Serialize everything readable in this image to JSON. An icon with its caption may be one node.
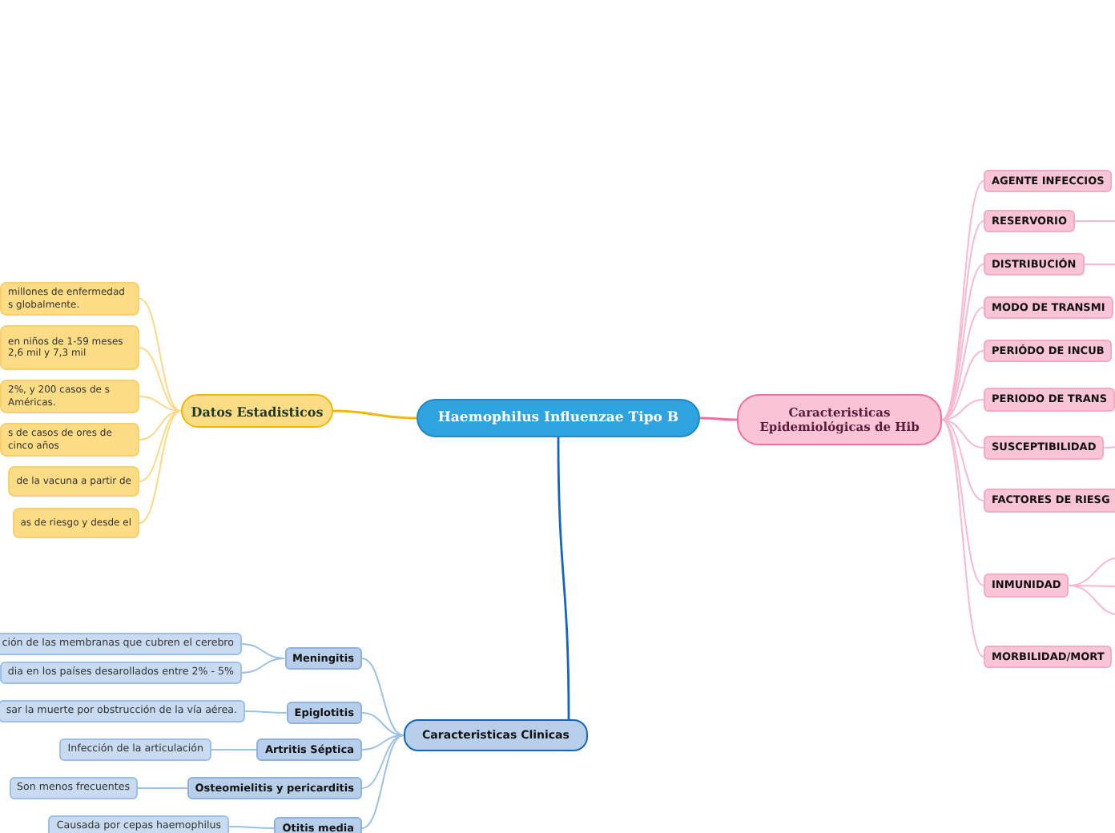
{
  "diagram": {
    "nodes": [
      {
        "text": [
          "Haemophilus Influenzae Tipo B"
        ]
      },
      {
        "text": [
          "Datos Estadisticos"
        ]
      },
      {
        "text": [
          "millones de enfermedad s globalmente."
        ]
      },
      {
        "text": [
          "en niños de 1-59 meses 2,6 mil y 7,3 mil"
        ]
      },
      {
        "text": [
          "2%, y 200 casos de s Américas."
        ]
      },
      {
        "text": [
          "s de casos de ores de cinco años"
        ]
      },
      {
        "text": [
          "de la vacuna a partir de"
        ]
      },
      {
        "text": [
          "as de riesgo y desde el"
        ]
      },
      {
        "text": [
          "Caracteristicas Epidemiológicas de Hib"
        ]
      },
      {
        "text": [
          "AGENTE INFECCIOS"
        ]
      },
      {
        "text": [
          "RESERVORIO"
        ]
      },
      {
        "text": [
          "DISTRIBUCIÓN"
        ]
      },
      {
        "text": [
          "MODO DE TRANSMI"
        ]
      },
      {
        "text": [
          "PERIÓDO DE INCUB"
        ]
      },
      {
        "text": [
          "PERIODO DE TRANS"
        ]
      },
      {
        "text": [
          "SUSCEPTIBILIDAD"
        ]
      },
      {
        "text": [
          "FACTORES DE RIESG"
        ]
      },
      {
        "text": [
          "INMUNIDAD"
        ]
      },
      {
        "text": [
          "MORBILIDAD/MORT"
        ]
      },
      {
        "text": [
          "Caracteristicas Clinicas"
        ]
      },
      {
        "text": [
          "Meningitis"
        ]
      },
      {
        "text": [
          "ción de las membranas que cubren el cerebro"
        ]
      },
      {
        "text": [
          "dia en los países desarollados entre 2% - 5%"
        ]
      },
      {
        "text": [
          "Epiglotitis"
        ]
      },
      {
        "text": [
          "sar la muerte por obstrucción de la vía aérea."
        ]
      },
      {
        "text": [
          "Artritis Séptica"
        ]
      },
      {
        "text": [
          "Infección de la articulación"
        ]
      },
      {
        "text": [
          "Osteomielitis y pericarditis"
        ]
      },
      {
        "text": [
          "Son menos frecuentes"
        ]
      },
      {
        "text": [
          "Otitis media"
        ]
      },
      {
        "text": [
          "Causada por cepas haemophilus"
        ]
      }
    ],
    "edges": [
      {
        "from": 0,
        "to": 1,
        "arrow": "none",
        "color": "#f2b705"
      },
      {
        "from": 1,
        "to": 2,
        "arrow": "none",
        "color": "#fbd987"
      },
      {
        "from": 1,
        "to": 3,
        "arrow": "none",
        "color": "#fbd987"
      },
      {
        "from": 1,
        "to": 4,
        "arrow": "none",
        "color": "#fbd987"
      },
      {
        "from": 1,
        "to": 5,
        "arrow": "none",
        "color": "#fbd987"
      },
      {
        "from": 1,
        "to": 6,
        "arrow": "none",
        "color": "#fbd987"
      },
      {
        "from": 1,
        "to": 7,
        "arrow": "none",
        "color": "#fbd987"
      },
      {
        "from": 0,
        "to": 8,
        "arrow": "none",
        "color": "#f06fa0"
      },
      {
        "from": 8,
        "to": 9,
        "arrow": "none",
        "color": "#f9b8cf"
      },
      {
        "from": 8,
        "to": 10,
        "arrow": "none",
        "color": "#f9b8cf"
      },
      {
        "from": 8,
        "to": 11,
        "arrow": "none",
        "color": "#f9b8cf"
      },
      {
        "from": 8,
        "to": 12,
        "arrow": "none",
        "color": "#f9b8cf"
      },
      {
        "from": 8,
        "to": 13,
        "arrow": "none",
        "color": "#f9b8cf"
      },
      {
        "from": 8,
        "to": 14,
        "arrow": "none",
        "color": "#f9b8cf"
      },
      {
        "from": 8,
        "to": 15,
        "arrow": "none",
        "color": "#f9b8cf"
      },
      {
        "from": 8,
        "to": 16,
        "arrow": "none",
        "color": "#f9b8cf"
      },
      {
        "from": 8,
        "to": 17,
        "arrow": "none",
        "color": "#f9b8cf"
      },
      {
        "from": 8,
        "to": 18,
        "arrow": "none",
        "color": "#f9b8cf"
      },
      {
        "from": 10,
        "to": null,
        "arrow": "none",
        "color": "#f9b8cf"
      },
      {
        "from": 11,
        "to": null,
        "arrow": "none",
        "color": "#f9b8cf"
      },
      {
        "from": 15,
        "to": null,
        "arrow": "none",
        "color": "#f9b8cf"
      },
      {
        "from": 17,
        "to": null,
        "arrow": "none",
        "color": "#f9b8cf"
      },
      {
        "from": 17,
        "to": null,
        "arrow": "none",
        "color": "#f9b8cf"
      },
      {
        "from": 17,
        "to": null,
        "arrow": "none",
        "color": "#f9b8cf"
      },
      {
        "from": 0,
        "to": 19,
        "arrow": "none",
        "color": "#1565c0"
      },
      {
        "from": 19,
        "to": 20,
        "arrow": "none",
        "color": "#9cc0e6"
      },
      {
        "from": 19,
        "to": 23,
        "arrow": "none",
        "color": "#9cc0e6"
      },
      {
        "from": 19,
        "to": 25,
        "arrow": "none",
        "color": "#9cc0e6"
      },
      {
        "from": 19,
        "to": 27,
        "arrow": "none",
        "color": "#9cc0e6"
      },
      {
        "from": 19,
        "to": 29,
        "arrow": "none",
        "color": "#9cc0e6"
      },
      {
        "from": 20,
        "to": 21,
        "arrow": "none",
        "color": "#9cc0e6"
      },
      {
        "from": 20,
        "to": 22,
        "arrow": "none",
        "color": "#9cc0e6"
      },
      {
        "from": 23,
        "to": 24,
        "arrow": "none",
        "color": "#9cc0e6"
      },
      {
        "from": 25,
        "to": 26,
        "arrow": "none",
        "color": "#9cc0e6"
      },
      {
        "from": 27,
        "to": 28,
        "arrow": "none",
        "color": "#9cc0e6"
      },
      {
        "from": 29,
        "to": 30,
        "arrow": "none",
        "color": "#9cc0e6"
      }
    ]
  }
}
